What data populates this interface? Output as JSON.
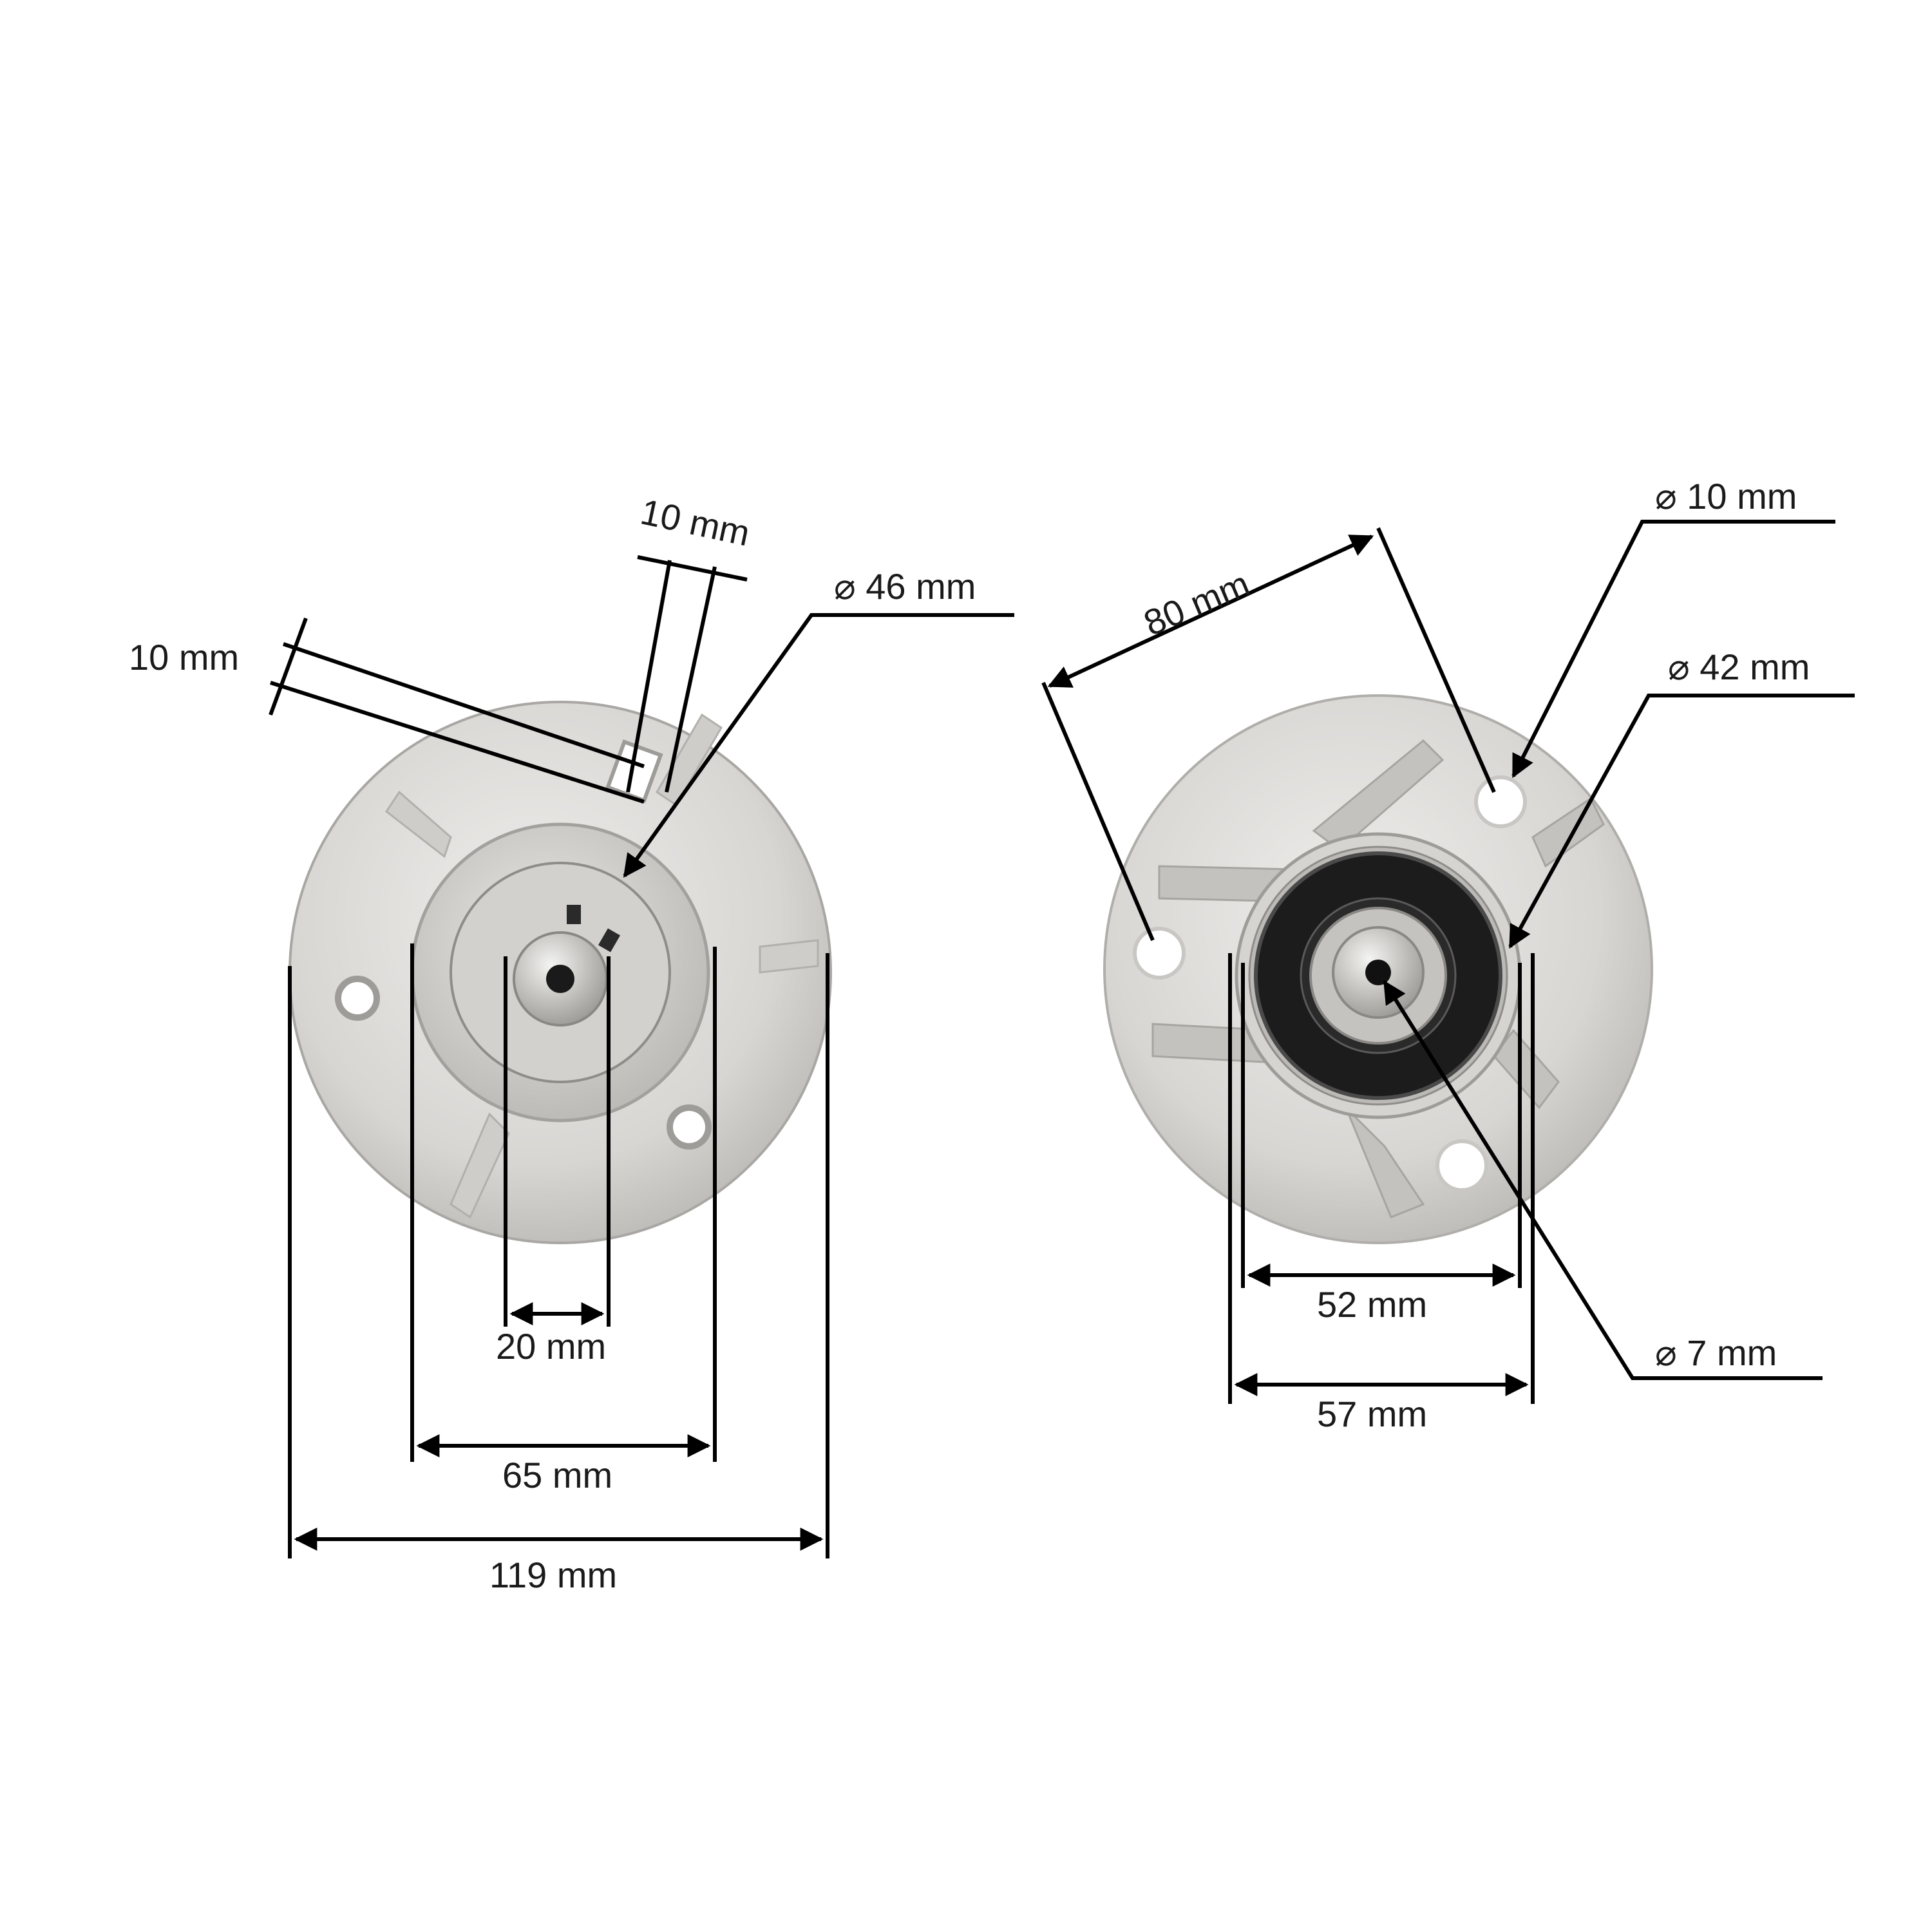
{
  "left_view": {
    "labels": {
      "slot_width": "10 mm",
      "slot_depth": "10 mm",
      "hub_diameter": "⌀ 46 mm",
      "bore": "20 mm",
      "hub_outer": "65 mm",
      "flange_diameter": "119 mm"
    }
  },
  "right_view": {
    "labels": {
      "bolt_spacing": "80 mm",
      "bolt_hole": "⌀ 10 mm",
      "bearing_diameter": "⌀ 42 mm",
      "shaft_hole": "⌀ 7 mm",
      "inner_width": "52 mm",
      "outer_width": "57 mm"
    }
  },
  "colors": {
    "metal_light": "#e4e2df",
    "metal_mid": "#c9c7c3",
    "metal_dark": "#9e9c98",
    "bearing_black": "#1c1c1c",
    "dimension_line": "#000000"
  }
}
